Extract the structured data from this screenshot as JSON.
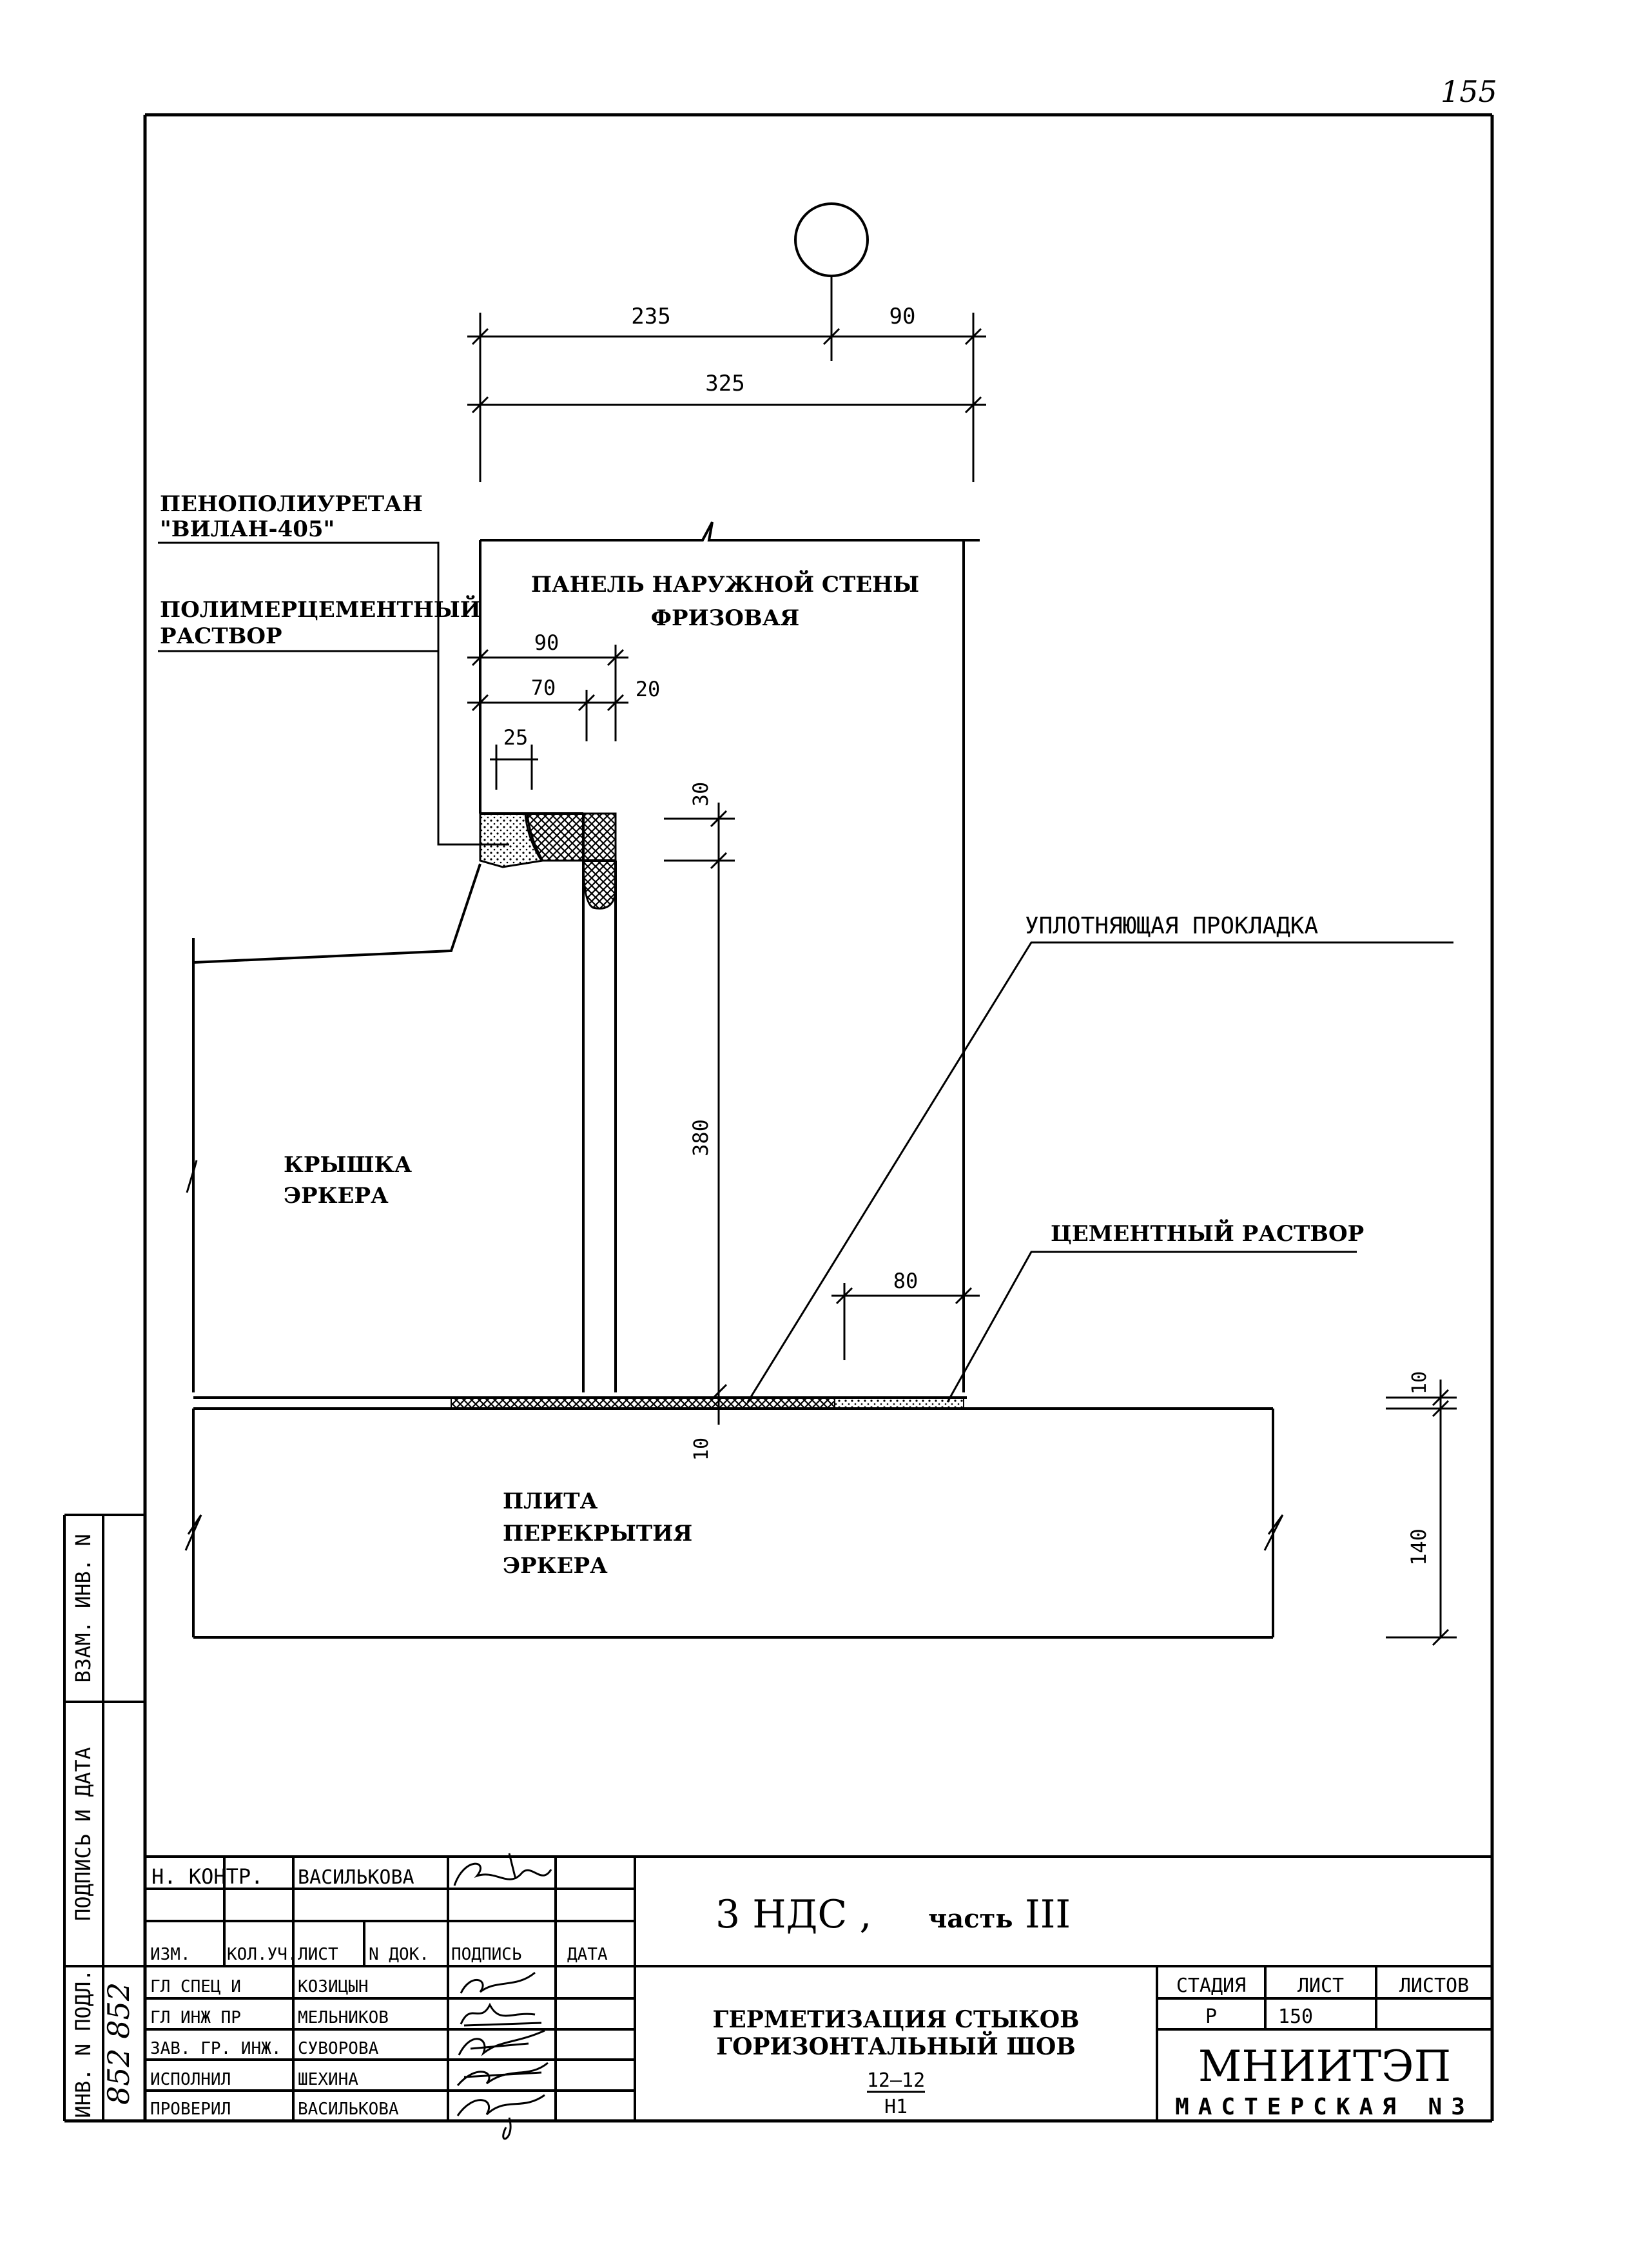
{
  "page_number": "155",
  "drawing": {
    "node_marker": "",
    "dims": {
      "d235": "235",
      "d90_top": "90",
      "d325": "325",
      "d90_left": "90",
      "d70": "70",
      "d20": "20",
      "d25": "25",
      "d30": "30",
      "d380": "380",
      "d80": "80",
      "d10_bottom": "10",
      "d10_right": "10",
      "d140": "140"
    },
    "labels": {
      "foam_1": "ПЕНОПОЛИУРЕТАН",
      "foam_2": "\"ВИЛАН-405\"",
      "polymer_1": "ПОЛИМЕРЦЕМЕНТНЫЙ",
      "polymer_2": "РАСТВОР",
      "panel_1": "ПАНЕЛЬ НАРУЖНОЙ СТЕНЫ",
      "panel_2": "ФРИЗОВАЯ",
      "gasket": "УПЛОТНЯЮЩАЯ ПРОКЛАДКА",
      "cover_1": "КРЫШКА",
      "cover_2": "ЭРКЕРА",
      "cement": "ЦЕМЕНТНЫЙ РАСТВОР",
      "slab_1": "ПЛИТА",
      "slab_2": "ПЕРЕКРЫТИЯ",
      "slab_3": "ЭРКЕРА"
    }
  },
  "side_stamp": {
    "vzam": "ВЗАМ. ИНВ. N",
    "podpis": "ПОДПИСЬ И ДАТА",
    "inv": "ИНВ. N ПОДЛ.",
    "inv_value": "852 852"
  },
  "title_block": {
    "n_kontr_role": "Н. КОНТР.",
    "n_kontr_name": "ВАСИЛЬКОВА",
    "header": [
      "ИЗМ.",
      "КОЛ.УЧ.",
      "ЛИСТ",
      "N ДОК.",
      "ПОДПИСЬ",
      "ДАТА"
    ],
    "rows": [
      {
        "role": "ГЛ СПЕЦ И",
        "name": "КОЗИЦЫН"
      },
      {
        "role": "ГЛ ИНЖ ПР",
        "name": "МЕЛЬНИКОВ"
      },
      {
        "role": "ЗАВ. ГР. ИНЖ.",
        "name": "СУВОРОВА"
      },
      {
        "role": "ИСПОЛНИЛ",
        "name": "ШЕХИНА"
      },
      {
        "role": "ПРОВЕРИЛ",
        "name": "ВАСИЛЬКОВА"
      }
    ],
    "doc_code": "3 НДС ,",
    "part_word": "часть",
    "part_num": "III",
    "title_1": "ГЕРМЕТИЗАЦИЯ СТЫКОВ",
    "title_2": "ГОРИЗОНТАЛЬНЫЙ ШОВ",
    "node_num": "12–12",
    "node_sheet": "Н1",
    "stage_label": "СТАДИЯ",
    "sheet_label": "ЛИСТ",
    "sheets_label": "ЛИСТОВ",
    "stage_value": "Р",
    "sheet_value": "150",
    "sheets_value": "",
    "org": "МНИИТЭП",
    "workshop": "МАСТЕРСКАЯ N3"
  }
}
